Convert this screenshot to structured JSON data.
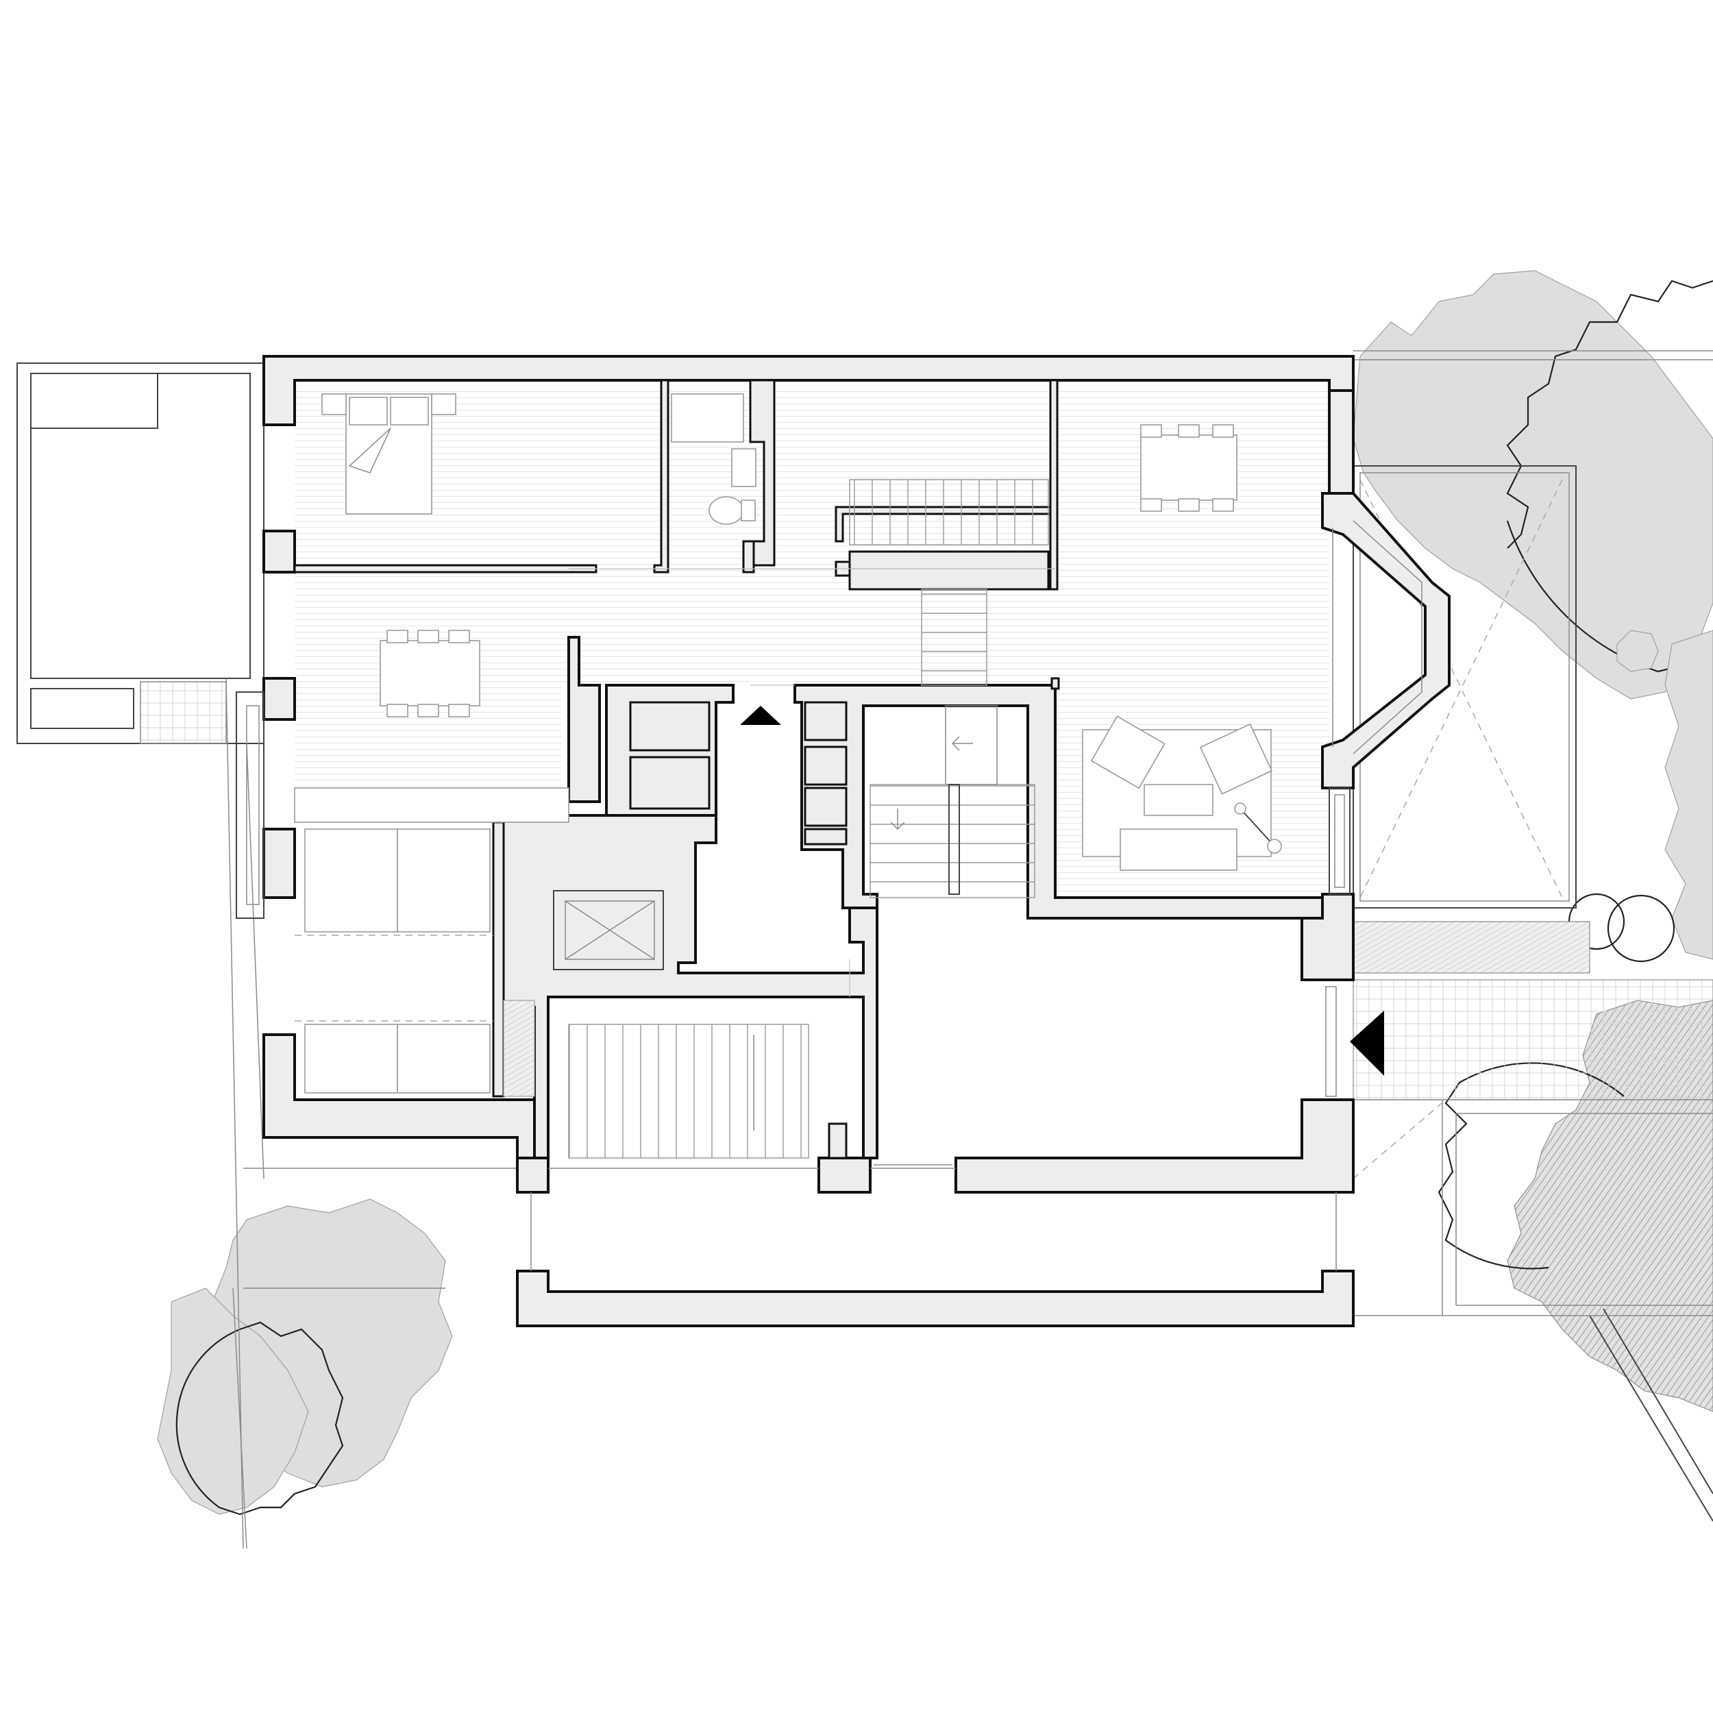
{
  "drawing": {
    "type": "architectural floor plan",
    "style": "monochrome line drawing",
    "colors": {
      "background": "#ffffff",
      "wall_fill": "#ededed",
      "wall_stroke": "#111111",
      "foliage": "#dedede",
      "entrance_marker": "#000000"
    },
    "rooms": [
      "bedroom",
      "bathroom",
      "dining",
      "kitchen",
      "living",
      "bay-window",
      "stairwell",
      "elevator",
      "entrance-hall",
      "storage",
      "rear-terrace"
    ],
    "entrance_markers": [
      "upward-triangle",
      "left-pointing-triangle"
    ]
  }
}
